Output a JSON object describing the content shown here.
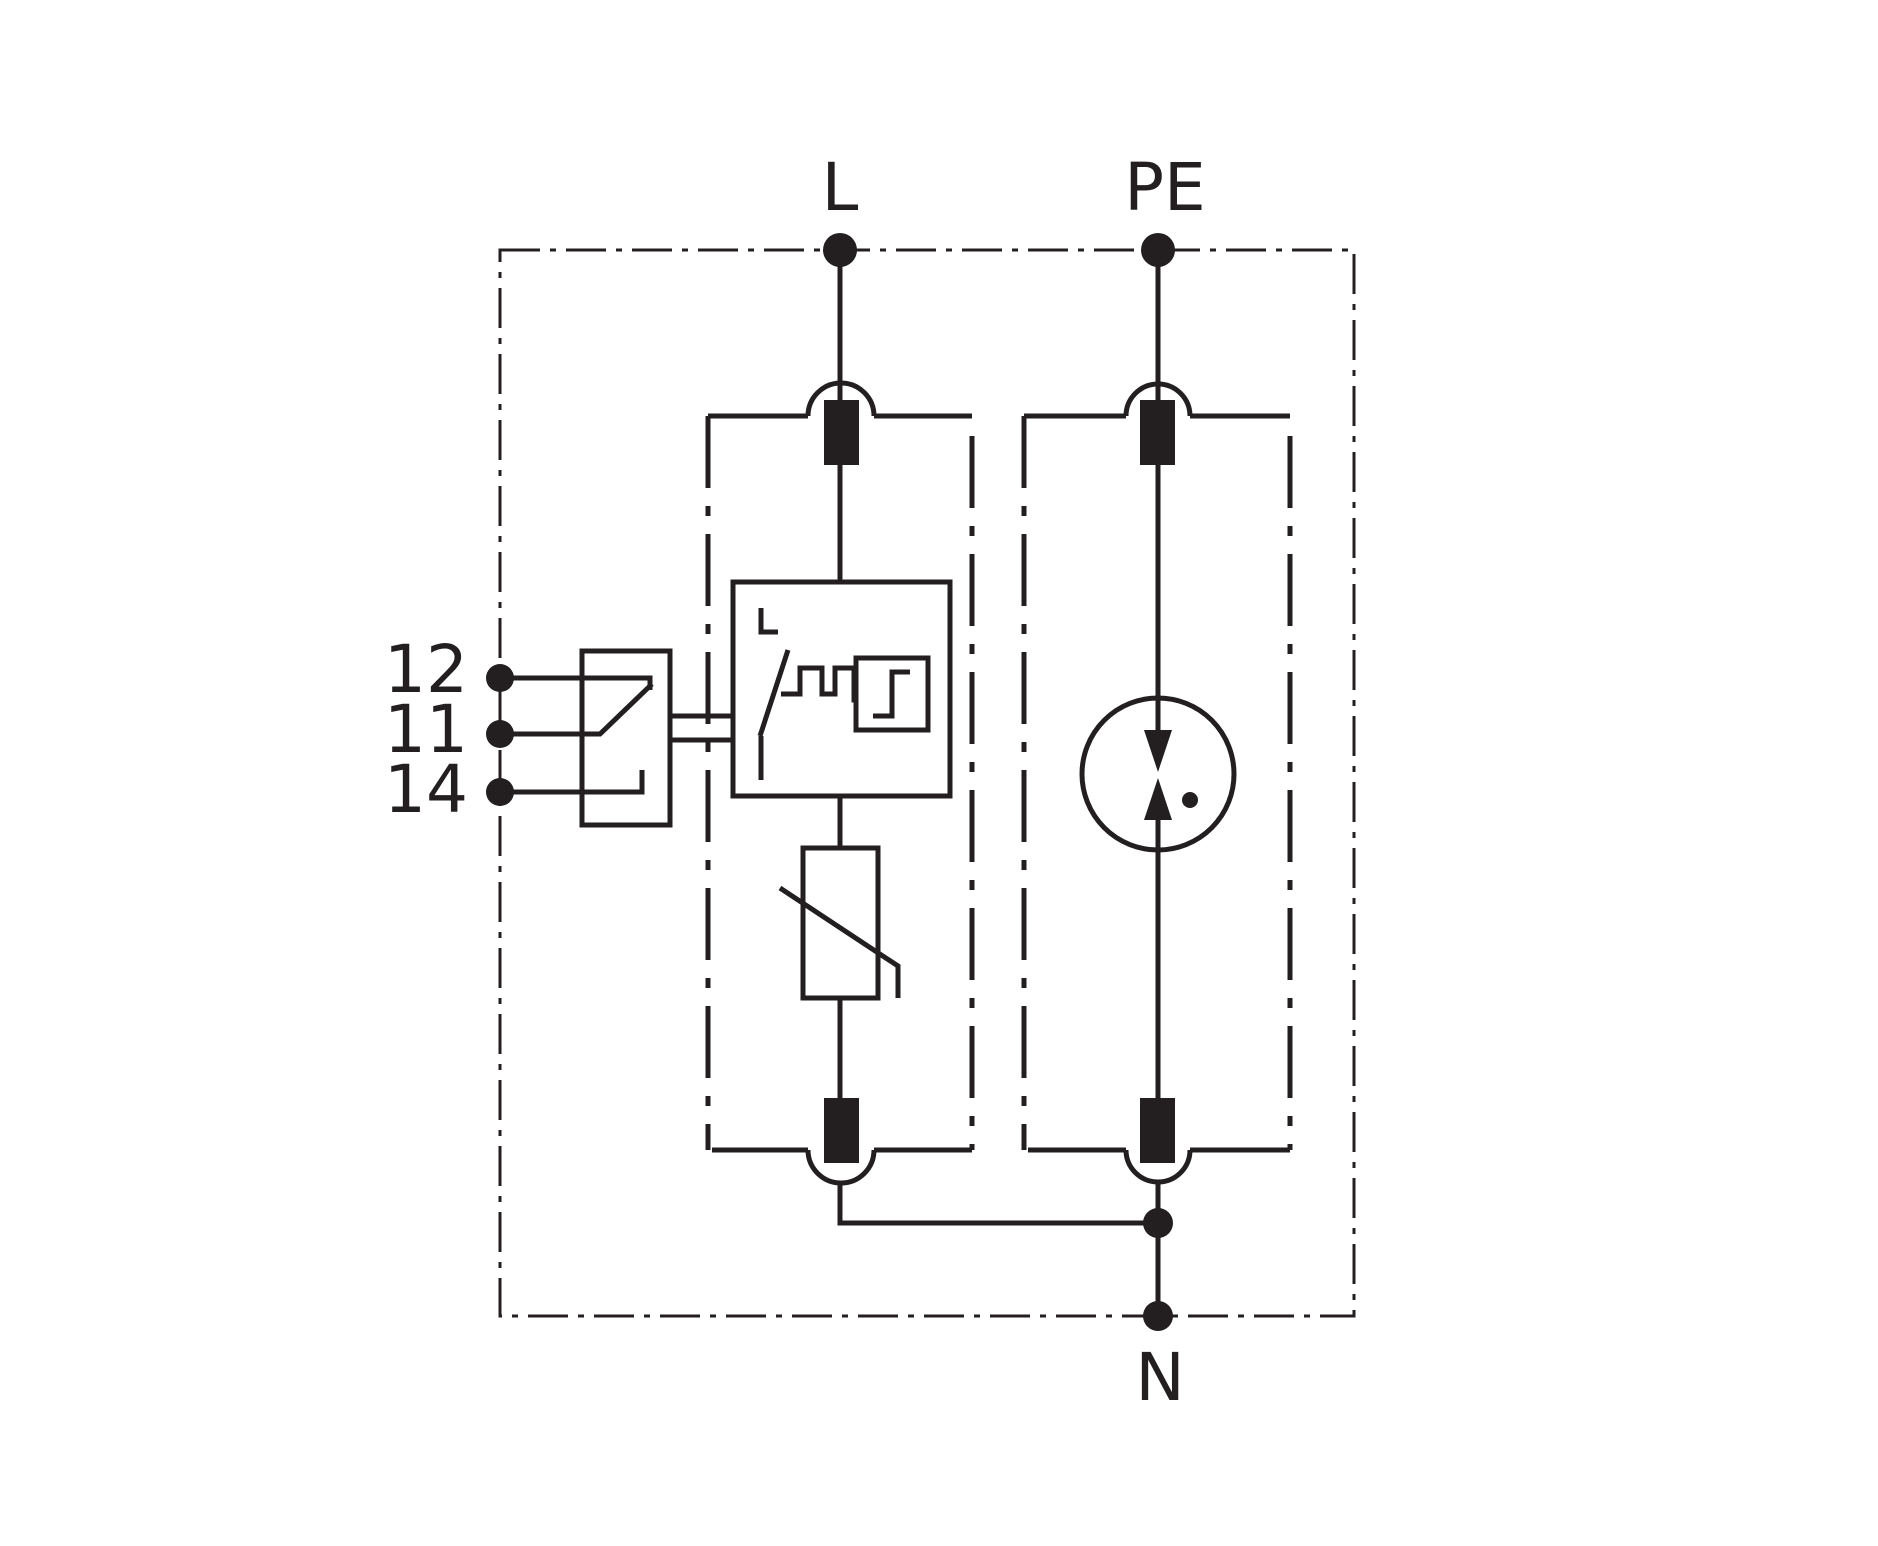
{
  "terminals": {
    "line": "L",
    "protective_earth": "PE",
    "neutral": "N",
    "contact_12": "12",
    "contact_11": "11",
    "contact_14": "14"
  },
  "colors": {
    "ink": "#231f20",
    "background": "#ffffff"
  }
}
